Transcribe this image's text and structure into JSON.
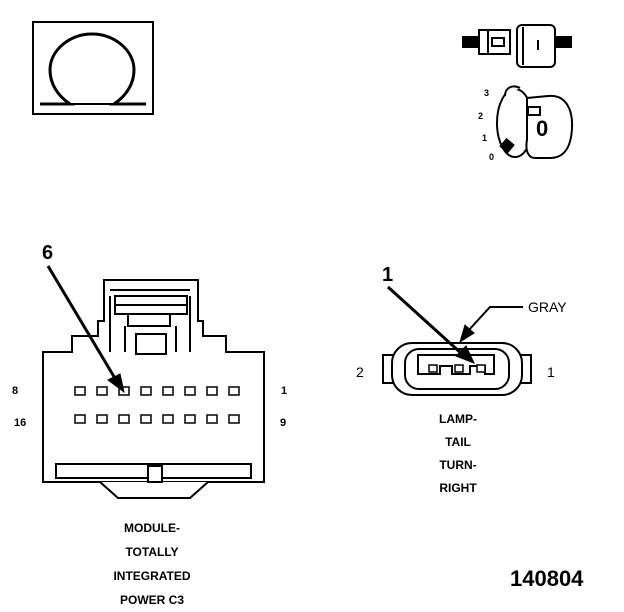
{
  "symbol": {
    "glyph": "Ω"
  },
  "ignition_key": {
    "positions": [
      "3",
      "2",
      "1",
      "0"
    ],
    "key_label": "0"
  },
  "module_connector": {
    "callout": "6",
    "left_top_pin": "8",
    "right_top_pin": "1",
    "left_bottom_pin": "16",
    "right_bottom_pin": "9",
    "caption": [
      "MODULE-",
      "TOTALLY",
      "INTEGRATED",
      "POWER C3"
    ]
  },
  "lamp_connector": {
    "callout": "1",
    "wire_color": "GRAY",
    "left_pin": "2",
    "right_pin": "1",
    "caption": [
      "LAMP-",
      "TAIL",
      "TURN-",
      "RIGHT"
    ]
  },
  "figure_number": "140804"
}
